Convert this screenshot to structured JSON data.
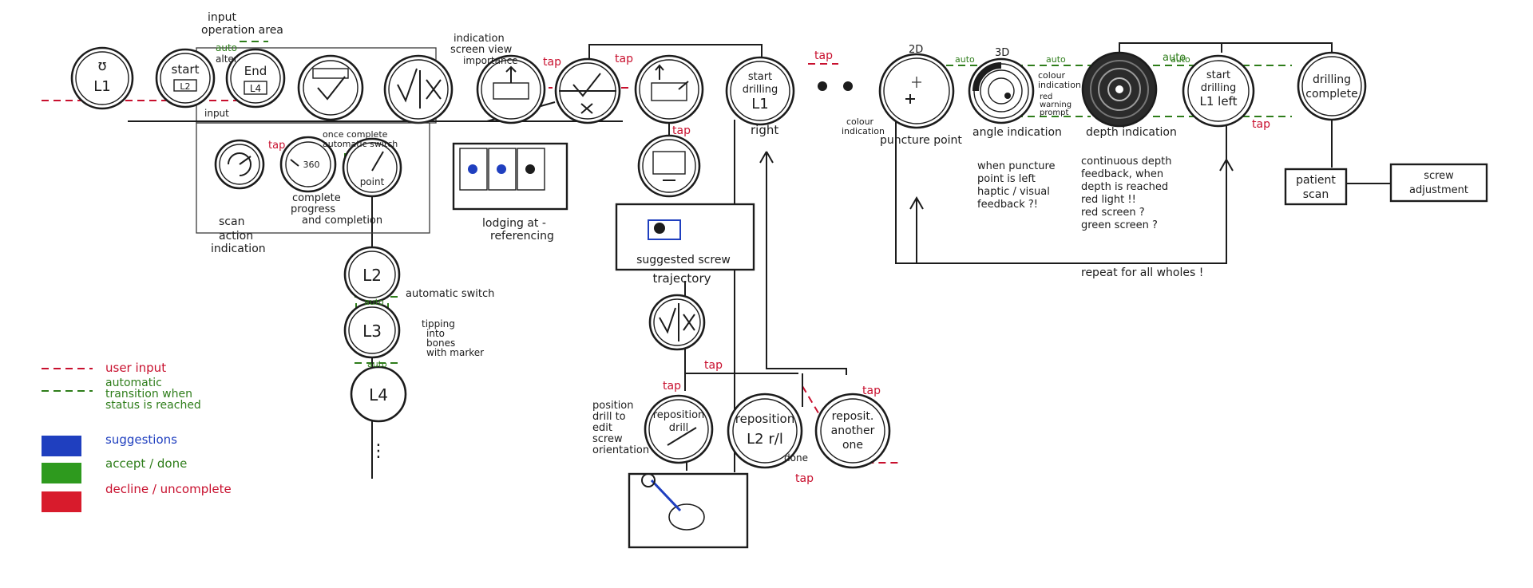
{
  "legend": {
    "user_input": "user input",
    "automatic": [
      "automatic",
      "transition when",
      "status is reached"
    ],
    "suggestions": "suggestions",
    "accept": "accept / done",
    "decline": "decline / uncomplete",
    "colors": {
      "red": "#c8102e",
      "green": "#2e7d1a",
      "blue": "#1f3fbf",
      "ink": "#1c1c1c"
    }
  },
  "labels": {
    "tap": "tap",
    "auto": "auto",
    "input": "input",
    "alter": "alter",
    "input_area": [
      "input",
      "operation area"
    ],
    "indication_screen": [
      "indication",
      "screen view",
      "importance"
    ],
    "once_complete": [
      "once complete",
      "automatic switch"
    ],
    "right": "right",
    "left_suffix": "left",
    "d2": "2D",
    "d3": "3D",
    "colour_ind_left": [
      "colour",
      "indication"
    ],
    "colour_ind_right": [
      "colour",
      "indication"
    ],
    "red_warning": [
      "red",
      "warning",
      "prompt"
    ],
    "automatic_switch": "automatic switch",
    "tipping": [
      "tipping",
      "into",
      "bones",
      "with marker"
    ],
    "done": "done",
    "repeat": "repeat for all wholes !",
    "position_drill": [
      "position",
      "drill to",
      "edit",
      "screw",
      "orientation"
    ],
    "suggested_screw": "suggested screw",
    "trajectory": "trajectory",
    "lodging": [
      "lodging at -",
      "referencing"
    ],
    "scan": "scan",
    "action_indication": [
      "action",
      "indication"
    ],
    "complete_progress": [
      "complete",
      "progress",
      "and completion"
    ],
    "puncture_point": "puncture point",
    "angle_indication": "angle indication",
    "depth_indication": "depth indication",
    "angle_notes": [
      "when puncture",
      "point is left",
      "haptic / visual",
      "feedback ?!"
    ],
    "depth_notes": [
      "continuous depth",
      "feedback, when",
      "depth is reached",
      "red light !!",
      "red screen ?",
      "green screen ?"
    ]
  },
  "nodes": {
    "l1": "L1",
    "start": "start",
    "start_sub": "L2",
    "end": "End",
    "end_sub": "L4",
    "start_drilling": [
      "start",
      "drilling",
      "L1"
    ],
    "start_drilling_left": [
      "start",
      "drilling",
      "L1 left"
    ],
    "drilling_complete": [
      "drilling",
      "complete"
    ],
    "point": "point",
    "dial": "360",
    "l2": "L2",
    "l3": "L3",
    "l4": "L4",
    "ellipsis": "⋮",
    "reposition": [
      "reposition",
      "drill"
    ],
    "reposition_l2": [
      "reposition",
      "L2 r/l"
    ],
    "reposition_another": [
      "reposit.",
      "another",
      "one"
    ],
    "patient_scan": [
      "patient",
      "scan"
    ],
    "screw_adjustment": [
      "screw",
      "adjustment"
    ]
  }
}
